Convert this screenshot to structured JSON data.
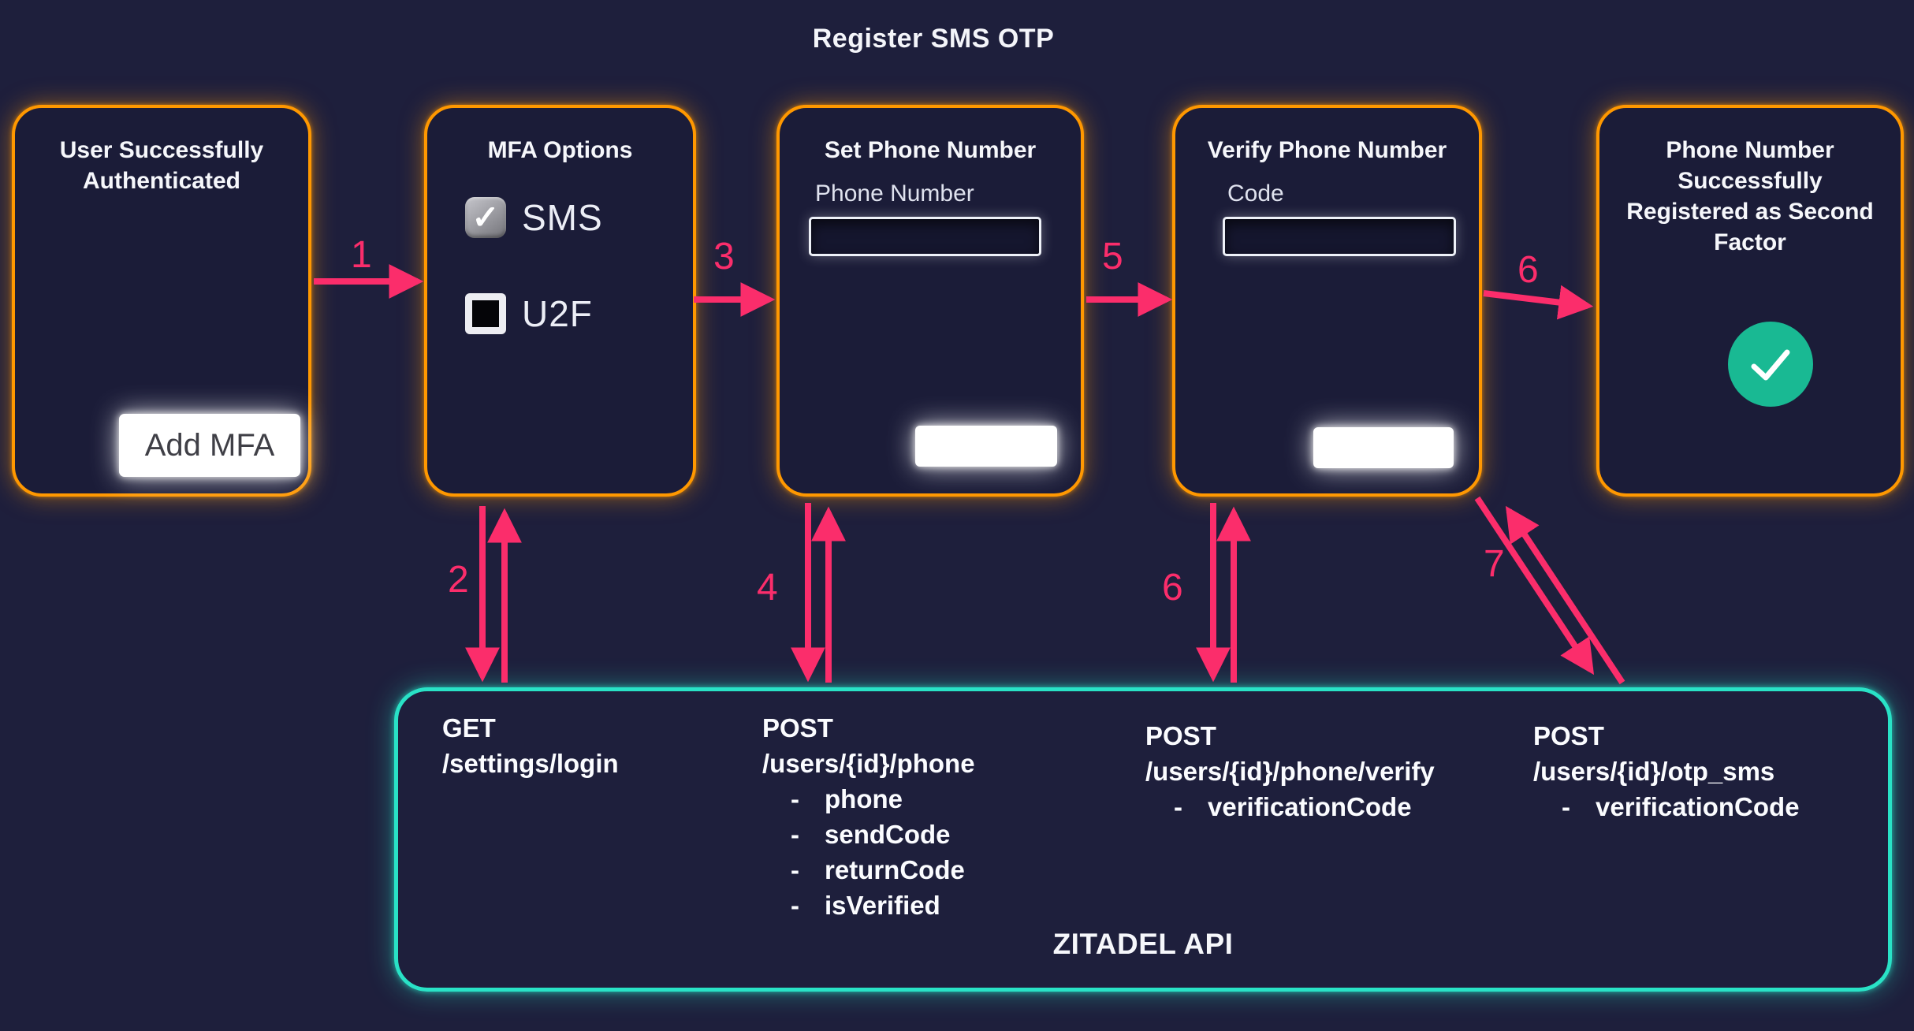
{
  "title": "Register SMS OTP",
  "steps": {
    "s1": "1",
    "s2": "2",
    "s3": "3",
    "s4": "4",
    "s5": "5",
    "s6_flow": "6",
    "s6_api": "6",
    "s7": "7"
  },
  "cards": {
    "authenticated": {
      "title": "User Successfully Authenticated",
      "button_label": "Add MFA"
    },
    "mfa_options": {
      "title": "MFA Options",
      "options": [
        {
          "label": "SMS",
          "checked": true
        },
        {
          "label": "U2F",
          "checked": false
        }
      ]
    },
    "set_phone": {
      "title": "Set Phone Number",
      "field_label": "Phone Number",
      "field_value": "",
      "button_label": ""
    },
    "verify_phone": {
      "title": "Verify Phone Number",
      "field_label": "Code",
      "field_value": "",
      "button_label": ""
    },
    "registered": {
      "title": "Phone Number Successfully Registered as Second Factor",
      "icon": "check-circle"
    }
  },
  "api_box": {
    "label": "ZITADEL API",
    "endpoints": [
      {
        "method": "GET",
        "path": "/settings/login",
        "params": []
      },
      {
        "method": "POST",
        "path": "/users/{id}/phone",
        "params": [
          "phone",
          "sendCode",
          "returnCode",
          "isVerified"
        ]
      },
      {
        "method": "POST",
        "path": "/users/{id}/phone/verify",
        "params": [
          "verificationCode"
        ]
      },
      {
        "method": "POST",
        "path": "/users/{id}/otp_sms",
        "params": [
          "verificationCode"
        ]
      }
    ]
  },
  "colors": {
    "background": "#1e1f3c",
    "card_background": "#1b1c38",
    "card_border": "#ff9800",
    "api_border": "#29e2c6",
    "arrow_pink": "#fb2d6b",
    "success_green": "#19b993",
    "button_white": "#ffffff"
  }
}
